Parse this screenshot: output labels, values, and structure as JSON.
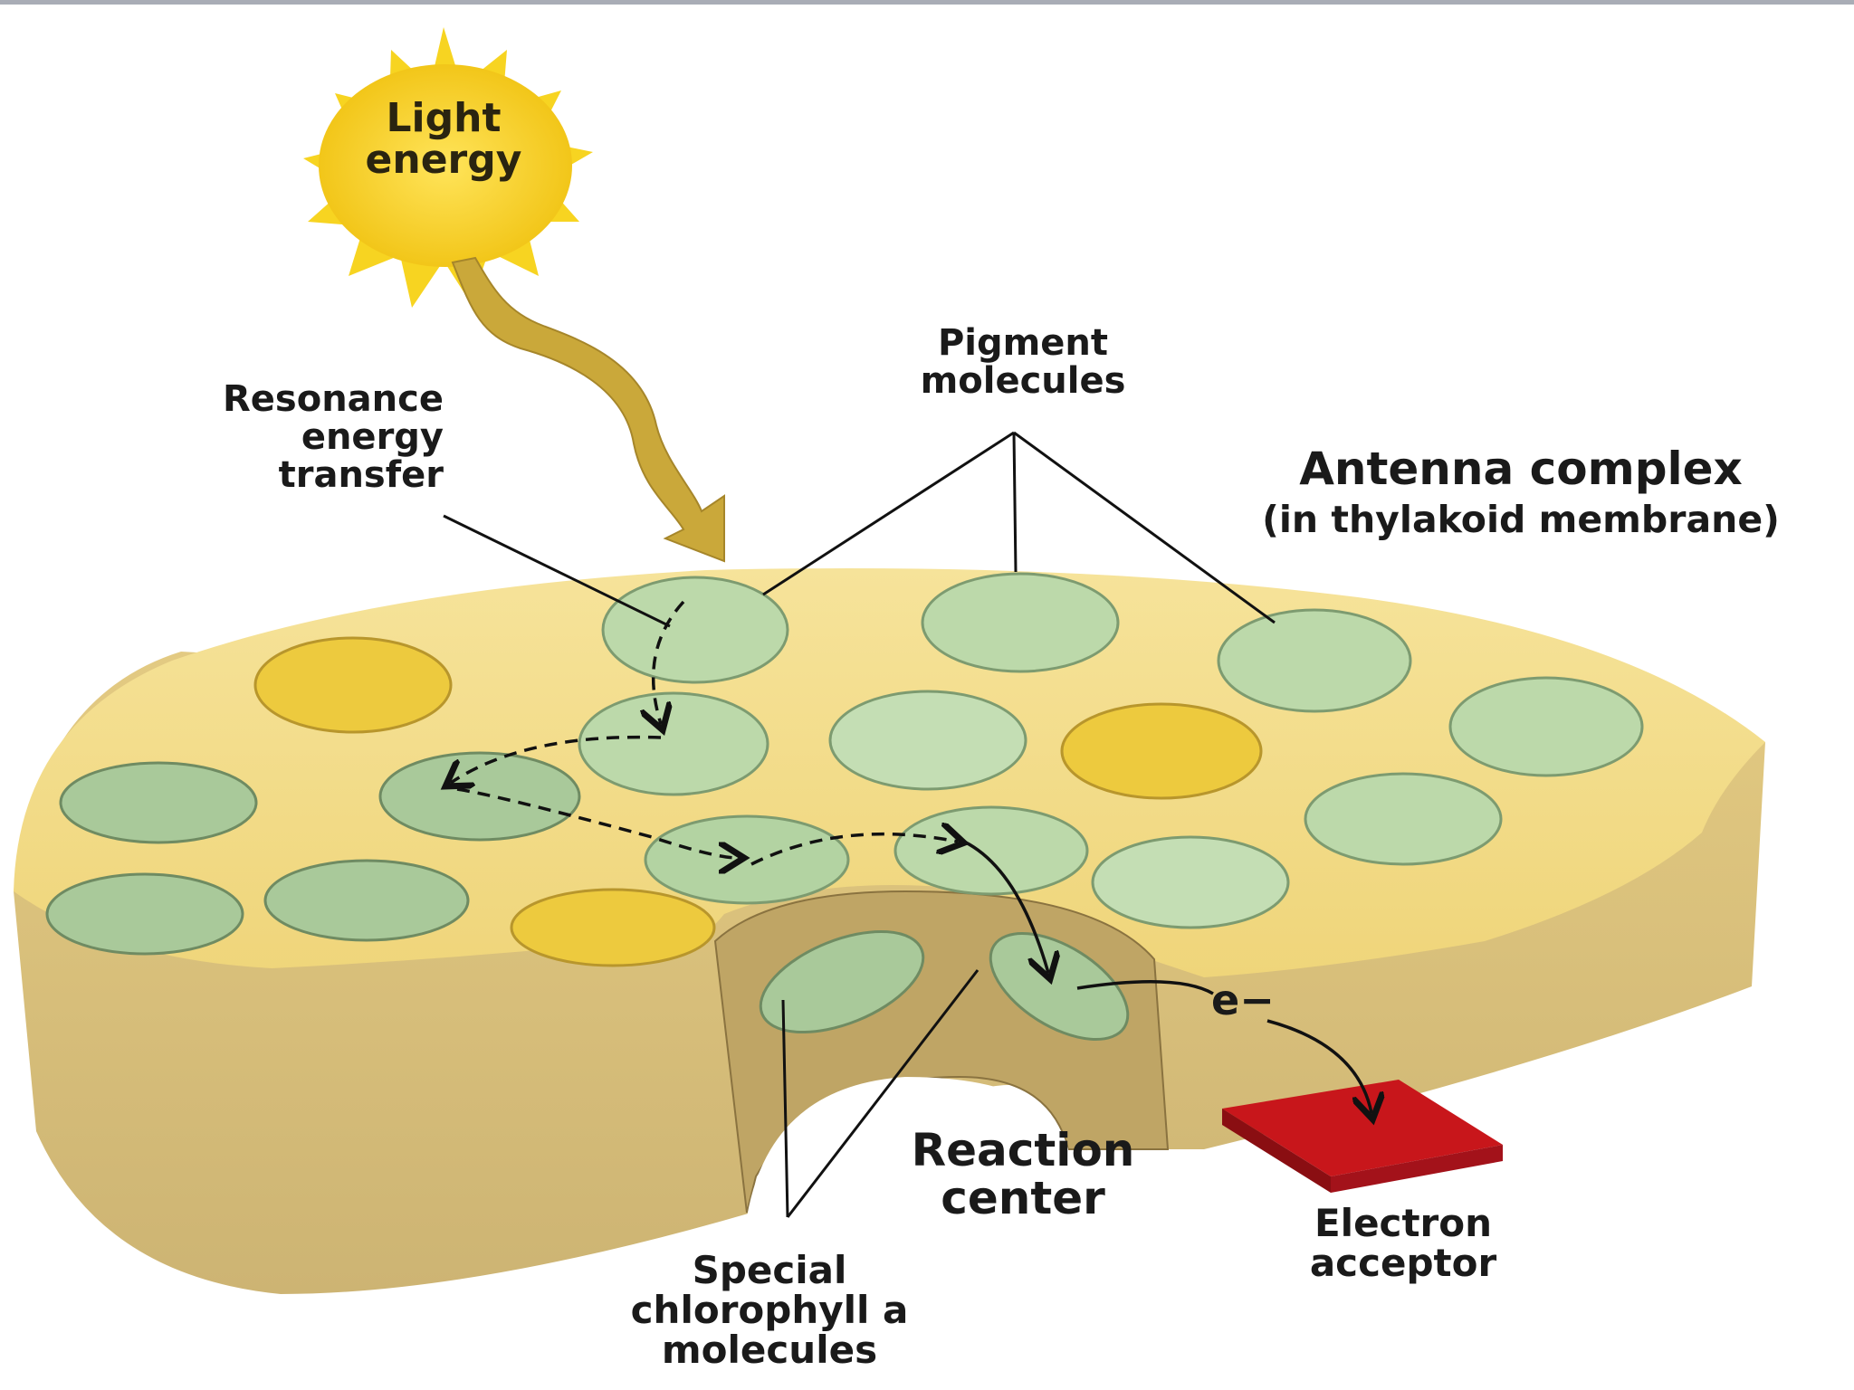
{
  "labels": {
    "light_energy": [
      "Light",
      "energy"
    ],
    "resonance_energy_transfer": [
      "Resonance",
      "energy",
      "transfer"
    ],
    "pigment_molecules": [
      "Pigment",
      "molecules"
    ],
    "antenna_complex_title": "Antenna complex",
    "antenna_complex_subtitle": "(in thylakoid membrane)",
    "reaction_center": [
      "Reaction",
      "center"
    ],
    "special_chlorophyll": [
      "Special",
      "chlorophyll a",
      "molecules"
    ],
    "electron_acceptor": [
      "Electron",
      "acceptor"
    ],
    "electron_symbol": "e−"
  },
  "colors": {
    "membrane_top": "#f3dd86",
    "membrane_side": "#d8c07c",
    "green_pigment": "#b6d5a4",
    "yellow_pigment": "#edca3e",
    "sun": "#f7d421",
    "light_arrow": "#c9a83a",
    "electron_acceptor": "#c8161b"
  }
}
